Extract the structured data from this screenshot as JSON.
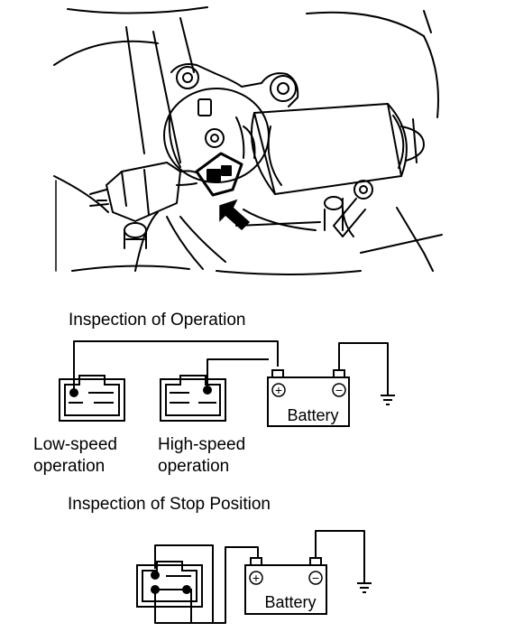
{
  "sections": {
    "operation": {
      "title": "Inspection of Operation",
      "battery_label": "Battery",
      "plus_symbol": "+",
      "minus_symbol": "−",
      "low_speed": {
        "line1": "Low-speed",
        "line2": "operation"
      },
      "high_speed": {
        "line1": "High-speed",
        "line2": "operation"
      }
    },
    "stop": {
      "title": "Inspection of Stop Position",
      "battery_label": "Battery",
      "plus_symbol": "+",
      "minus_symbol": "−"
    }
  },
  "illustration": {
    "subject": "wiper-motor",
    "arrow_icon": "arrow-up-left-icon"
  },
  "colors": {
    "ink": "#000000",
    "paper": "#ffffff"
  }
}
